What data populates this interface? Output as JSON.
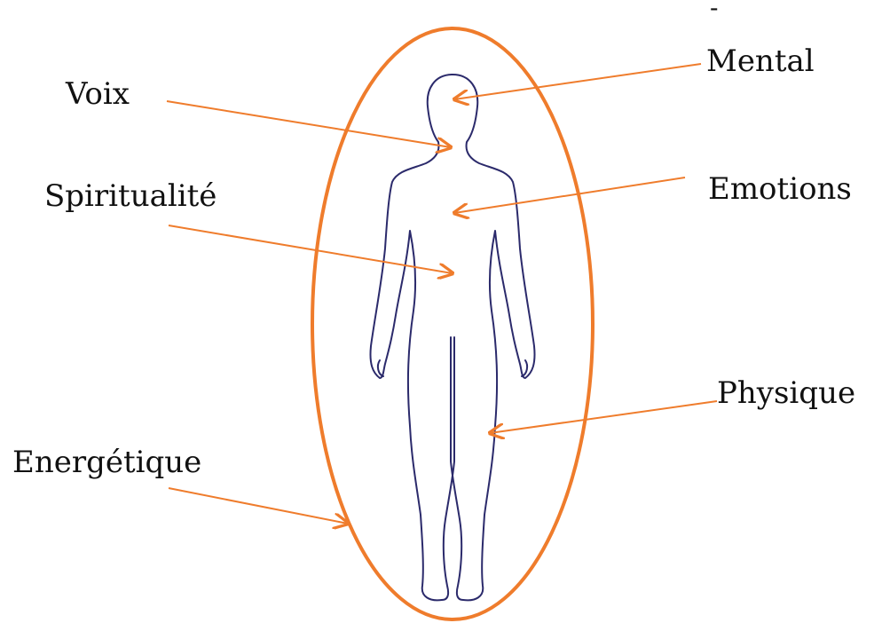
{
  "colors": {
    "accent": "#ef7c2c",
    "outline": "#2b2a6b",
    "text": "#111111",
    "background": "#ffffff"
  },
  "labels": {
    "voix": "Voix",
    "spiritualite": "Spiritualité",
    "energetique": "Energétique",
    "mental": "Mental",
    "emotions": "Emotions",
    "physique": "Physique",
    "top_mark": "-"
  }
}
